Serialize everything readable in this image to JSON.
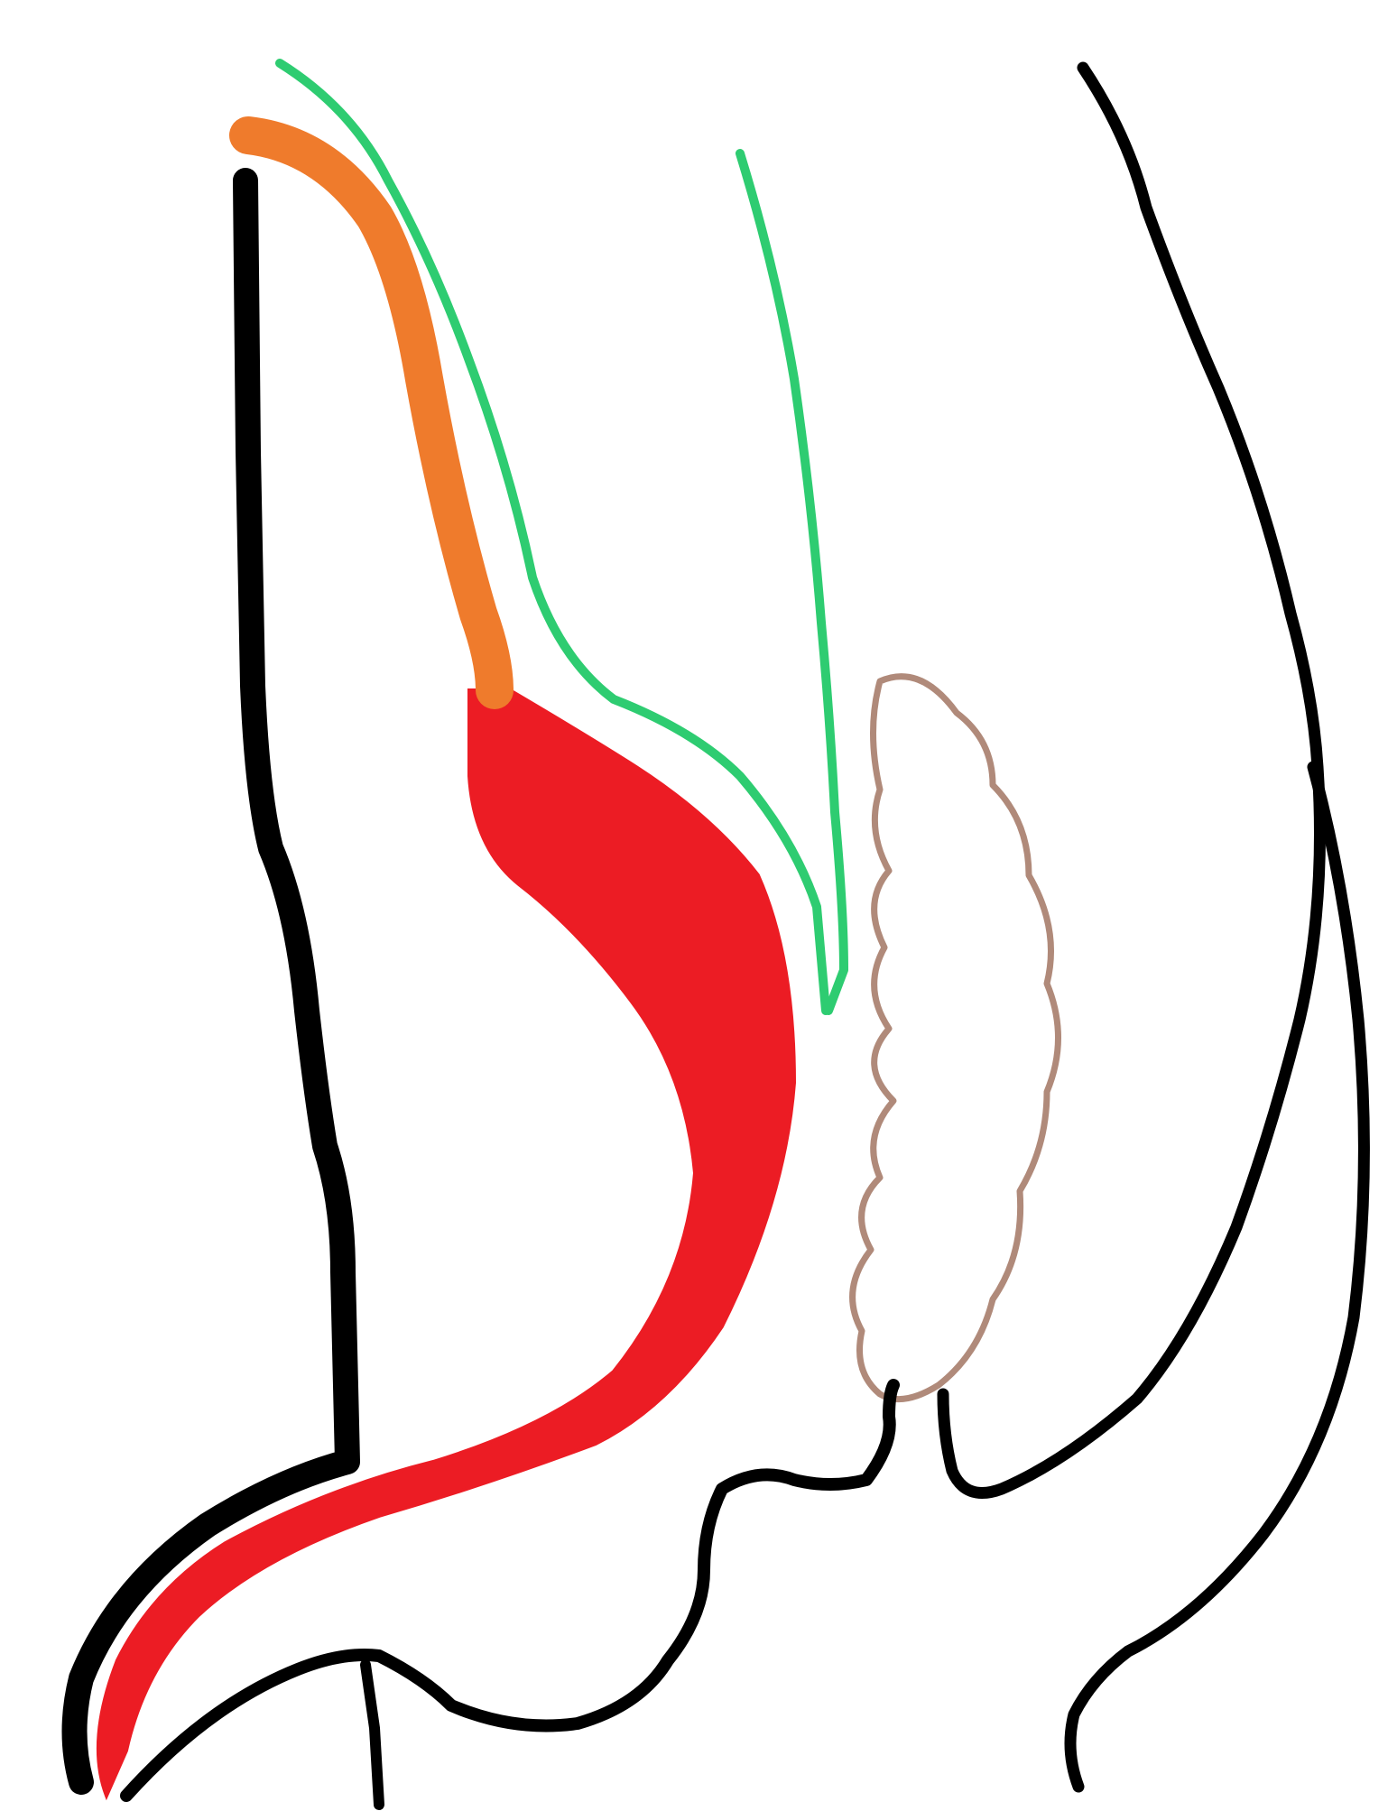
{
  "diagram": {
    "kind": "anatomical line drawing (sagittal section)",
    "labels": [],
    "colors": {
      "background": "#ffffff",
      "body_outline": "#000000",
      "orange_tube": "#ef7b2c",
      "red_organ": "#ec1c24",
      "green_outline": "#2ecc71",
      "brown_lobulated_outline": "#b08a7a"
    },
    "structures": [
      {
        "name": "anterior-body-wall-line",
        "color": "body_outline"
      },
      {
        "name": "posterior-body-outline",
        "color": "body_outline"
      },
      {
        "name": "perineal-outline",
        "color": "body_outline"
      },
      {
        "name": "orange-tube",
        "color": "orange_tube"
      },
      {
        "name": "red-organ",
        "color": "red_organ"
      },
      {
        "name": "green-outline-left",
        "color": "green_outline"
      },
      {
        "name": "green-outline-right",
        "color": "green_outline"
      },
      {
        "name": "lobulated-brown-structure",
        "color": "brown_lobulated_outline"
      }
    ]
  }
}
